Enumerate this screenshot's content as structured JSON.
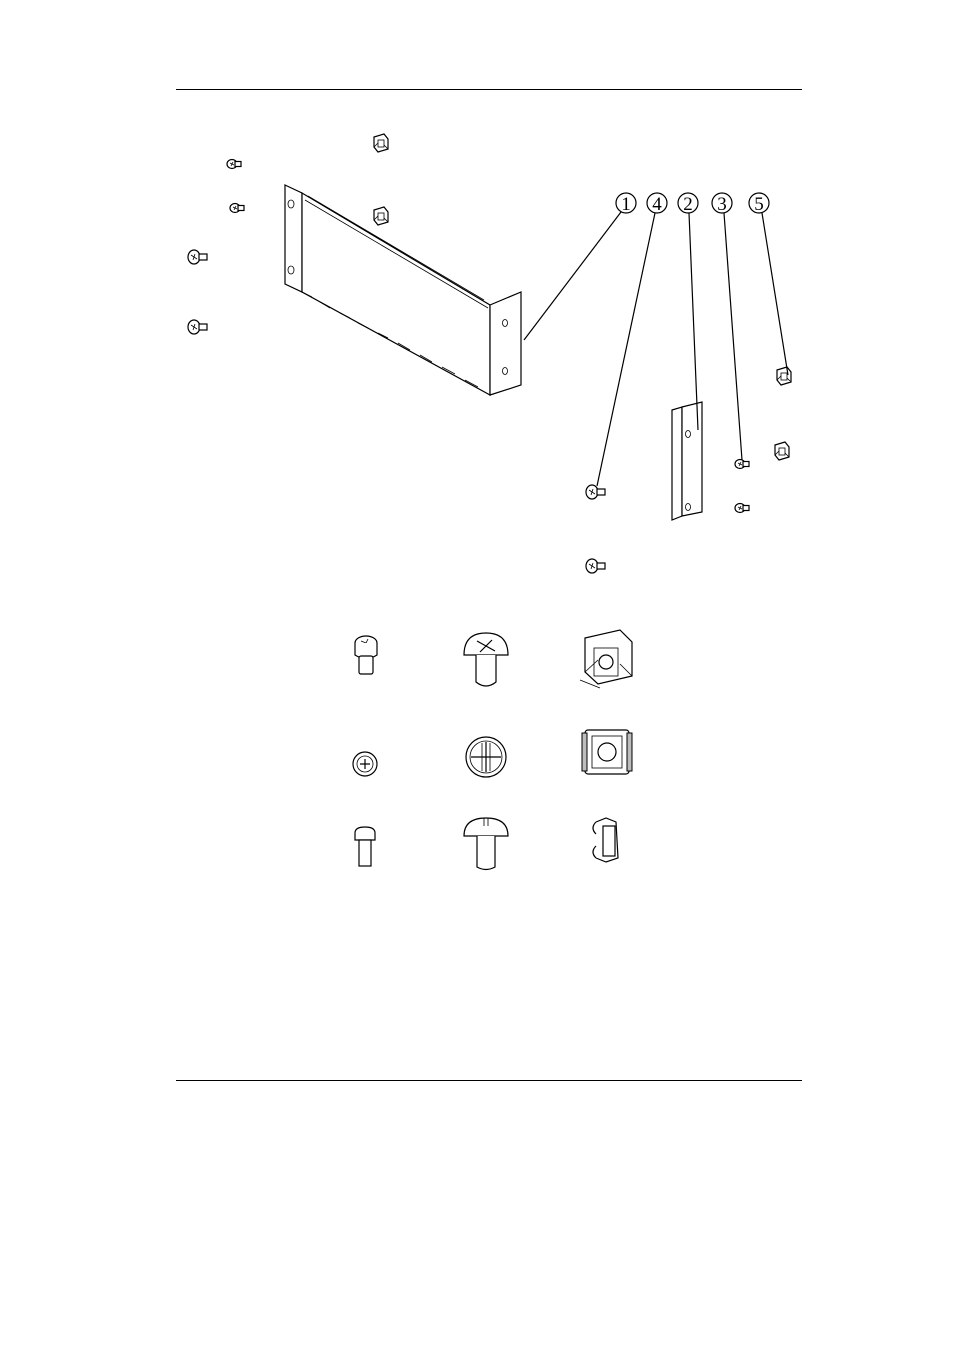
{
  "callouts": [
    "1",
    "4",
    "2",
    "3",
    "5"
  ],
  "parts_legend": {
    "columns": [
      "small-screw",
      "large-screw",
      "cage-nut"
    ],
    "rows": [
      "perspective",
      "top",
      "side"
    ]
  }
}
